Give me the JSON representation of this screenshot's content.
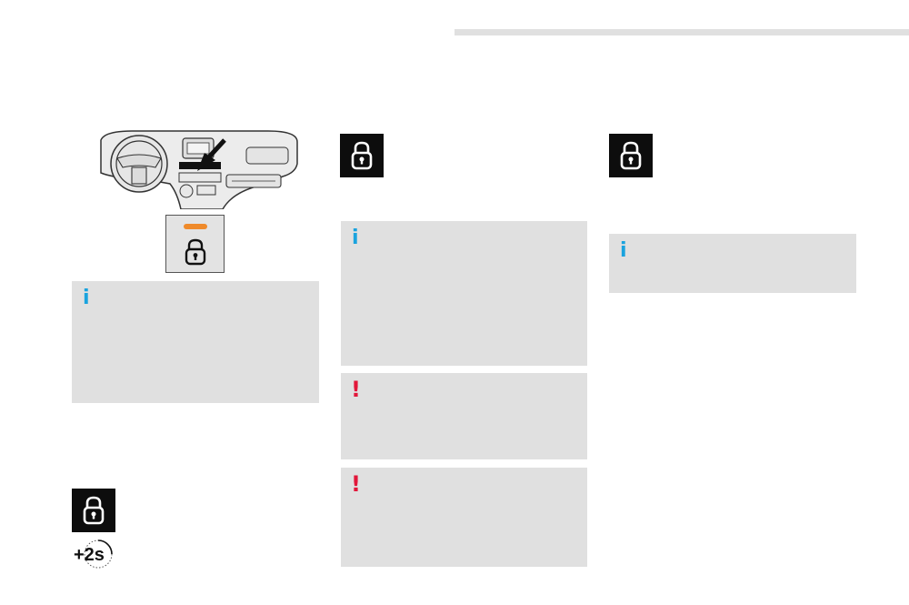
{
  "colors": {
    "info": "#1aa3de",
    "warning": "#e2173a",
    "note_background": "#e0e0e0",
    "indicator_led": "#ef8a2a"
  },
  "icons": {
    "info": "info-icon",
    "warning": "warning-icon",
    "lock": "lock-icon",
    "timer": "timer-plus-2s-icon"
  },
  "notes": {
    "col1_info": {
      "mark": "i"
    },
    "col2_info": {
      "mark": "i"
    },
    "col2_warning_1": {
      "mark": "!"
    },
    "col2_warning_2": {
      "mark": "!"
    },
    "col3_info": {
      "mark": "i"
    }
  },
  "timer_badge": {
    "label": "+2s"
  }
}
